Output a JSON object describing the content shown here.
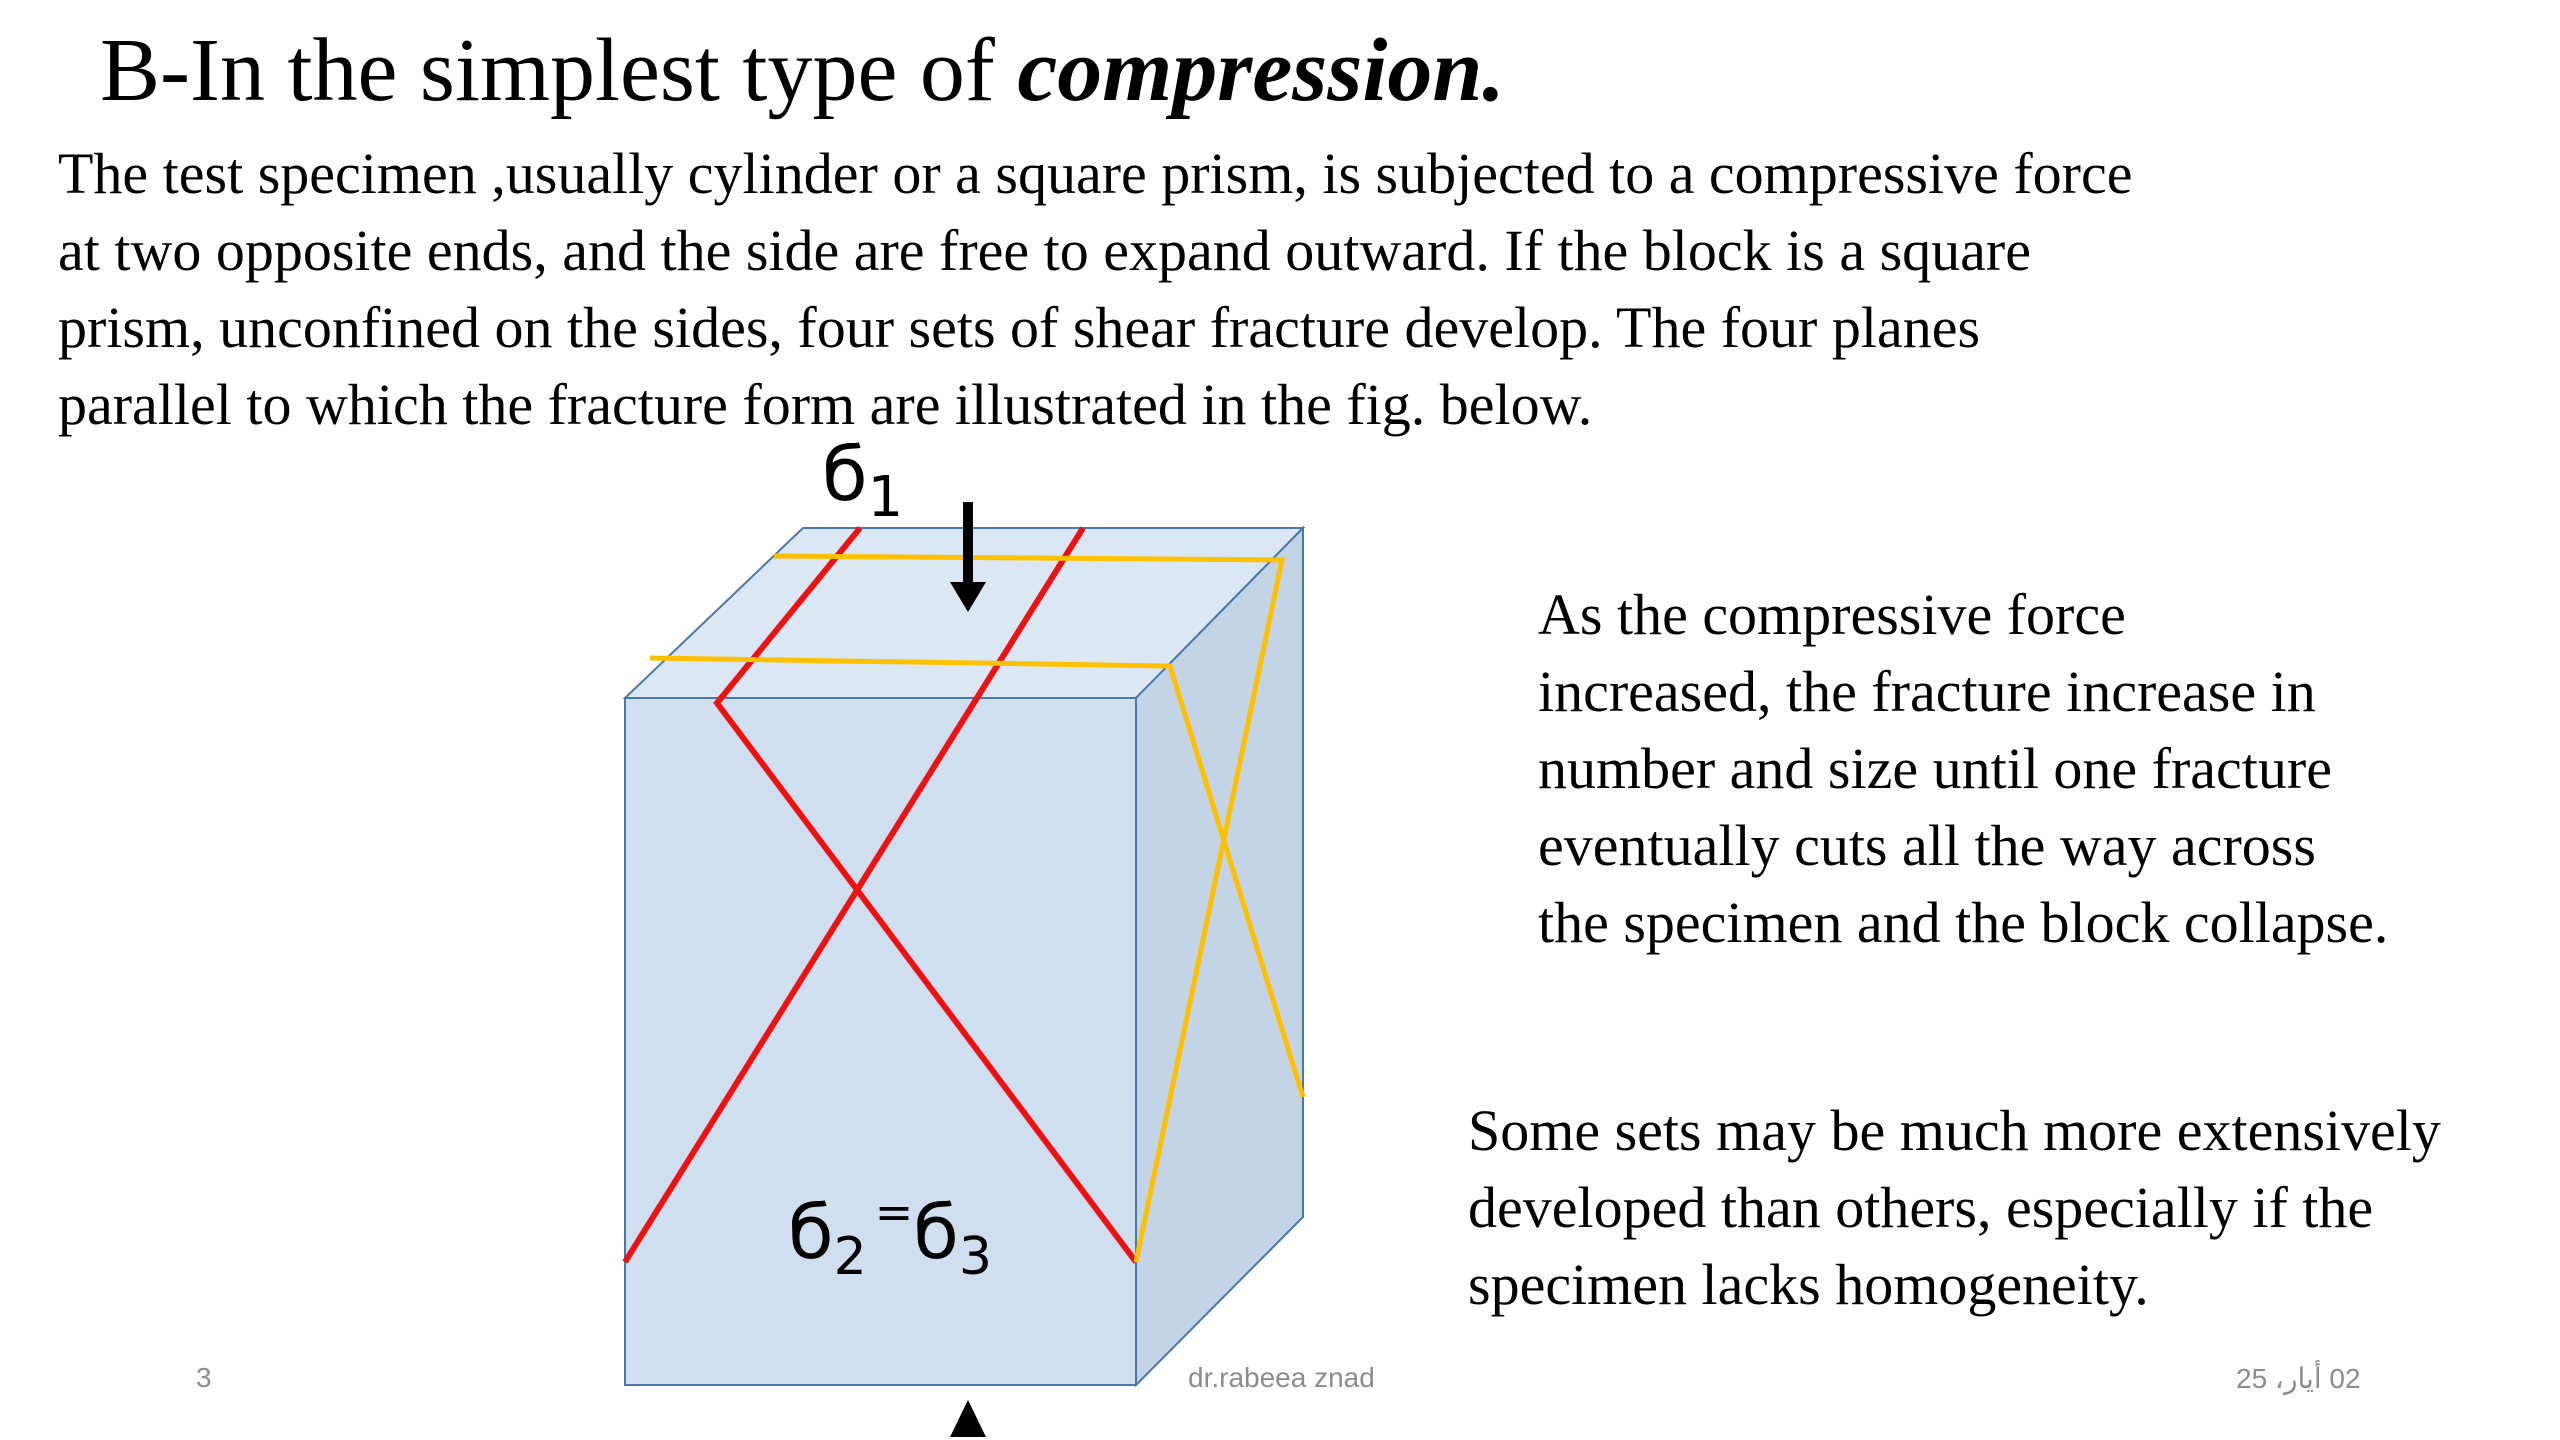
{
  "title": {
    "prefix": "B-In the simplest type of ",
    "emphasis": "compression."
  },
  "intro_lines": [
    "The test specimen ,usually cylinder or a square  prism, is subjected to a compressive force",
    "at two opposite ends, and the side are free to expand outward. If the block is  a square",
    "prism, unconfined on the sides, four sets of shear  fracture develop.  The four  planes",
    "parallel to which the fracture form  are illustrated in the fig. below."
  ],
  "figure": {
    "sigma1_symbol": "б",
    "sigma1_sub": "1",
    "sigma2_symbol": "б",
    "sigma2_sub": "2",
    "equals": "=",
    "sigma3_symbol": "б",
    "sigma3_sub": "3",
    "colors": {
      "block_front": "#cfdff0",
      "block_top": "#dbe7f3",
      "block_side": "#c3d4e6",
      "block_edge": "#4a78a8",
      "shear_red": "#ee1111",
      "shear_yellow": "#ffc000",
      "arrow": "#000000"
    }
  },
  "note_collapse_lines": [
    "As the compressive  force",
    "increased, the fracture increase in",
    "number and size until one fracture",
    "eventually  cuts all the way across",
    "the specimen and the block collapse."
  ],
  "note_sets_lines": [
    "Some sets may be much more extensively",
    "developed than others, especially if the",
    "specimen lacks homogeneity."
  ],
  "footer": {
    "slide_number": "3",
    "author": "dr.rabeea znad",
    "date": "02 أيار، 25"
  }
}
